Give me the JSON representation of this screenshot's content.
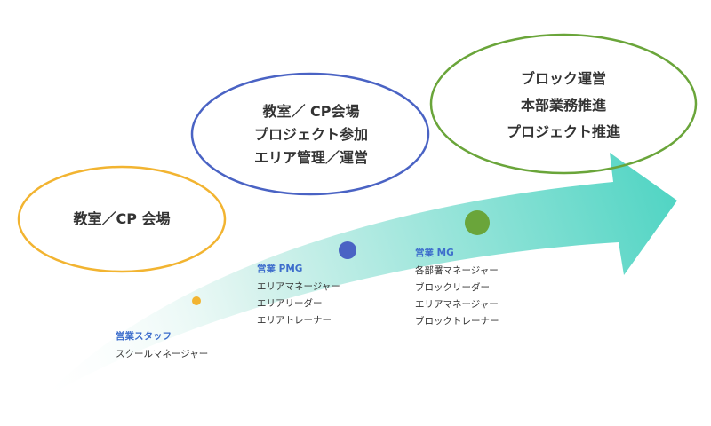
{
  "ellipses": [
    {
      "lines": [
        "教室／CP 会場"
      ]
    },
    {
      "lines": [
        "教室／ CP会場",
        "プロジェクト参加",
        "エリア管理／運営"
      ]
    },
    {
      "lines": [
        "ブロック運営",
        "本部業務推進",
        "プロジェクト推進"
      ]
    }
  ],
  "stages": [
    {
      "title": "営業スタッフ",
      "roles": [
        "スクールマネージャー"
      ]
    },
    {
      "title": "営業 PMG",
      "roles": [
        "エリアマネージャー",
        "エリアリーダー",
        "エリアトレーナー"
      ]
    },
    {
      "title": "営業 MG",
      "roles": [
        "各部署マネージャー",
        "ブロックリーダー",
        "エリアマネージャー",
        "ブロックトレーナー"
      ]
    }
  ],
  "colors": {
    "level1": "#f2b431",
    "level2": "#4a63c4",
    "level3": "#6aa53a",
    "arrow_start": "#ffffff",
    "arrow_end": "#4fd4c3",
    "stage_title": "#3d6dcc"
  }
}
